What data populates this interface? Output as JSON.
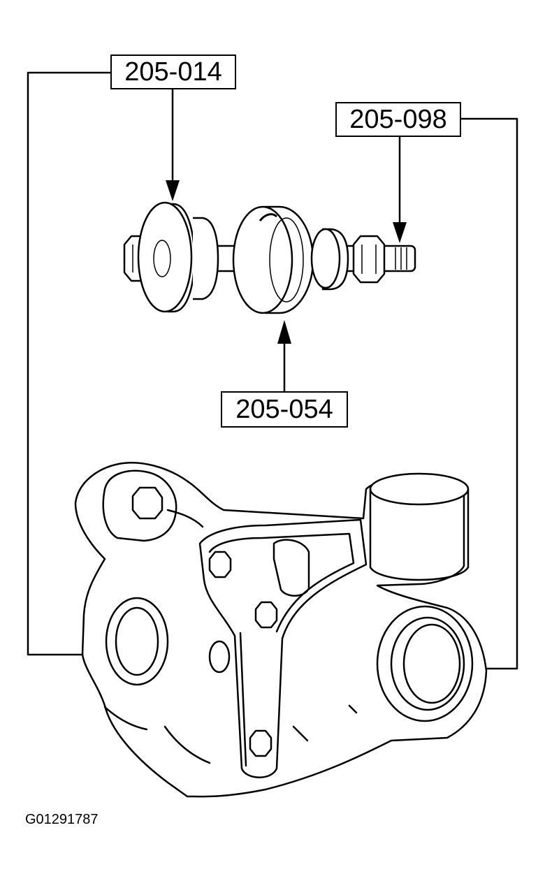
{
  "callouts": {
    "tool_1": "205-014",
    "tool_2": "205-098",
    "tool_3": "205-054"
  },
  "figure_id": "G01291787",
  "colors": {
    "line": "#000000",
    "background": "#ffffff"
  }
}
